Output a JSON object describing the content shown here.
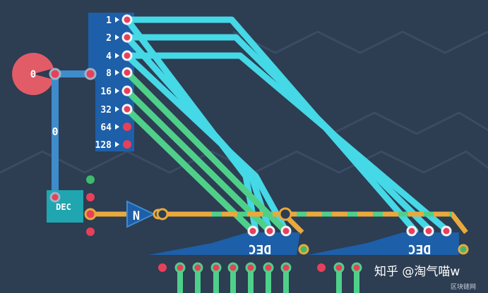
{
  "byte_component": {
    "value_label": "0",
    "pins": [
      "1",
      "2",
      "4",
      "8",
      "16",
      "32",
      "64",
      "128"
    ]
  },
  "wire_value_label": "0",
  "decoder_small": {
    "label": "DEC"
  },
  "not_gate": {
    "label": "N"
  },
  "decoders": [
    {
      "label": "DEC"
    },
    {
      "label": "DEC"
    }
  ],
  "watermark": {
    "text": "知乎 @淘气喵w",
    "sub": "区块链网"
  },
  "colors": {
    "background": "#2d3d52",
    "byte_block": "#1d5fa8",
    "cyan_wire": "#45d8e6",
    "green_wire": "#4fd08a",
    "orange_wire": "#e9a93c",
    "pin_red": "#e8405a",
    "dec_block": "#1fa6b0"
  }
}
